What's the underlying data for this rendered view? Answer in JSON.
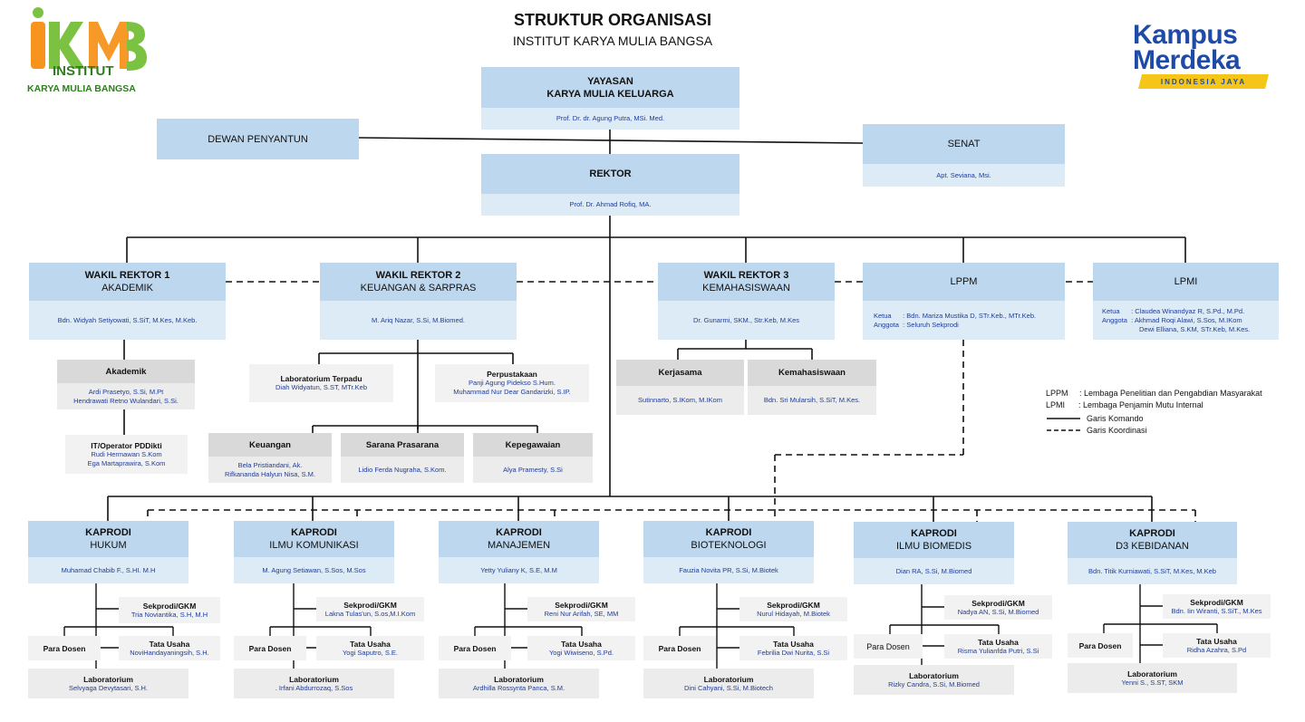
{
  "header": {
    "title": "STRUKTUR ORGANISASI",
    "subtitle": "INSTITUT KARYA MULIA BANGSA"
  },
  "logo_left": {
    "mark": "IKMB",
    "word1": "INSTITUT",
    "word2": "KARYA MULIA BANGSA"
  },
  "logo_right": {
    "line1": "Kampus",
    "line2": "Merdeka",
    "line3": "INDONESIA JAYA"
  },
  "colors": {
    "header_box": "#bdd7ee",
    "name_box": "#ddebf7",
    "grey_header": "#d9d9d9",
    "name_text": "#1f3c99",
    "logo_green": "#7cc242",
    "logo_orange": "#f7941d",
    "kampus_blue": "#1e4aa8"
  },
  "yayasan": {
    "line1": "YAYASAN",
    "line2": "KARYA MULIA KELUARGA",
    "name": "Prof. Dr. dr. Agung Putra, MSi. Med."
  },
  "dewan": {
    "label": "DEWAN PENYANTUN"
  },
  "senat": {
    "label": "SENAT",
    "name": "Apt. Seviana, Msi."
  },
  "rektor": {
    "label": "REKTOR",
    "name": "Prof. Dr. Ahmad Rofiq, MA."
  },
  "wr1": {
    "line1": "WAKIL REKTOR 1",
    "line2": "AKADEMIK",
    "name": "Bdn. Widyah Setiyowati, S.SiT, M.Kes, M.Keb."
  },
  "wr2": {
    "line1": "WAKIL REKTOR 2",
    "line2": "KEUANGAN & SARPRAS",
    "name": "M. Ariq Nazar, S.Si, M.Biomed."
  },
  "wr3": {
    "line1": "WAKIL REKTOR 3",
    "line2": "KEMAHASISWAAN",
    "name": "Dr. Gunarmi, SKM., Str.Keb, M.Kes"
  },
  "lppm": {
    "label": "LPPM",
    "ketua": "Ketua      : Bdn. Mariza Mustika D, STr.Keb., MTr.Keb.",
    "anggota": "Anggota  : Seluruh Sekprodi"
  },
  "lpmi": {
    "label": "LPMI",
    "ketua": "Ketua      : Claudea Winandyaz R, S.Pd., M.Pd.",
    "anggota": "Anggota  : Akhmad Roqi Alawi, S.Sos, M.IKom",
    "anggota2": "Dewi Elliana, S.KM, STr.Keb, M.Kes."
  },
  "akademik": {
    "label": "Akademik",
    "name1": "Ardi Prasetyo, S.Si, M.Pt",
    "name2": "Hendrawati Retno Wulandari, S.Si."
  },
  "pddikti": {
    "label": "IT/Operator PDDikti",
    "name1": "Rudi Hermawan S.Kom",
    "name2": "Ega Martaprawira, S.Kom"
  },
  "lab_terpadu": {
    "label": "Laboratorium Terpadu",
    "name": "Diah Widyatun, S.ST, MTr.Keb"
  },
  "perpustakaan": {
    "label": "Perpustakaan",
    "name1": "Panji Agung Pidekso S.Hum.",
    "name2": "Muhammad Nur Dear Gandarizki, S.IP."
  },
  "keuangan": {
    "label": "Keuangan",
    "name1": "Bela Pristiandani, Ak.",
    "name2": "Rifkananda Halyun Nisa, S.M."
  },
  "sarana": {
    "label": "Sarana Prasarana",
    "name": "Lidio Ferda Nugraha, S.Kom."
  },
  "kepegawaian": {
    "label": "Kepegawaian",
    "name": "Alya Pramesty, S.Si"
  },
  "kerjasama": {
    "label": "Kerjasama",
    "name": "Sutinnarto, S.IKom, M.IKom"
  },
  "kemahasiswaan": {
    "label": "Kemahasiswaan",
    "name": "Bdn. Sri Mularsih, S.SiT, M.Kes."
  },
  "legend": {
    "lppm": "LPPM     : Lembaga Penelitian dan Pengabdian Masyarakat",
    "lpmi": "LPMI      : Lembaga Penjamin Mutu Internal",
    "komando": "Garis Komando",
    "koordinasi": "Garis Koordinasi"
  },
  "kaprodi_label": "KAPRODI",
  "sekprodi_label": "Sekprodi/GKM",
  "tu_label": "Tata Usaha",
  "dosen_label": "Para Dosen",
  "lab_label": "Laboratorium",
  "prodi": [
    {
      "name": "HUKUM",
      "kaprodi": "Muhamad Chabib F., S.HI. M.H",
      "sekprodi": "Tria Noviantika, S.H, M.H",
      "tu": "NoviHandayaningsih, S.H.",
      "lab": "Selvyaga Devytasari, S.H."
    },
    {
      "name": "ILMU KOMUNIKASI",
      "kaprodi": "M. Agung Setiawan, S.Sos, M.Sos",
      "sekprodi": "Lakna Tulas'un, S.os,M.I.Kom",
      "tu": "Yogi Saputro, S.E.",
      "lab": ". Irfani Abdurrozaq, S.Sos"
    },
    {
      "name": "MANAJEMEN",
      "kaprodi": "Yetty Yuliany K, S.E, M.M",
      "sekprodi": "Reni Nur Arifah, SE, MM",
      "tu": "Yogi Wiwiseno, S.Pd.",
      "lab": "Ardhilla Rossynta Panca, S.M."
    },
    {
      "name": "BIOTEKNOLOGI",
      "kaprodi": "Fauzia Novita PR, S.Si, M.Biotek",
      "sekprodi": "Nurul Hidayah, M.Biotek",
      "tu": "Febrilia Dwi Nurita, S.Si",
      "lab": "Dini Cahyani, S.Si, M.Biotech"
    },
    {
      "name": "ILMU BIOMEDIS",
      "kaprodi": "Dian RA, S.Si, M.Biomed",
      "sekprodi": "Nadya AN, S.Si, M.Biomed",
      "tu": "Risma Yulianfda Putri, S.Si",
      "lab": "Rizky Candra, S.Si, M.Biomed"
    },
    {
      "name": "D3 KEBIDANAN",
      "kaprodi": "Bdn. Titik Kurniawati, S.SiT, M.Kes, M.Keb",
      "sekprodi": "Bdn. Iin Wiranti, S.SiT., M.Kes",
      "tu": "Ridha Azahra, S.Pd",
      "lab": "Yenni S., S.ST, SKM"
    }
  ]
}
